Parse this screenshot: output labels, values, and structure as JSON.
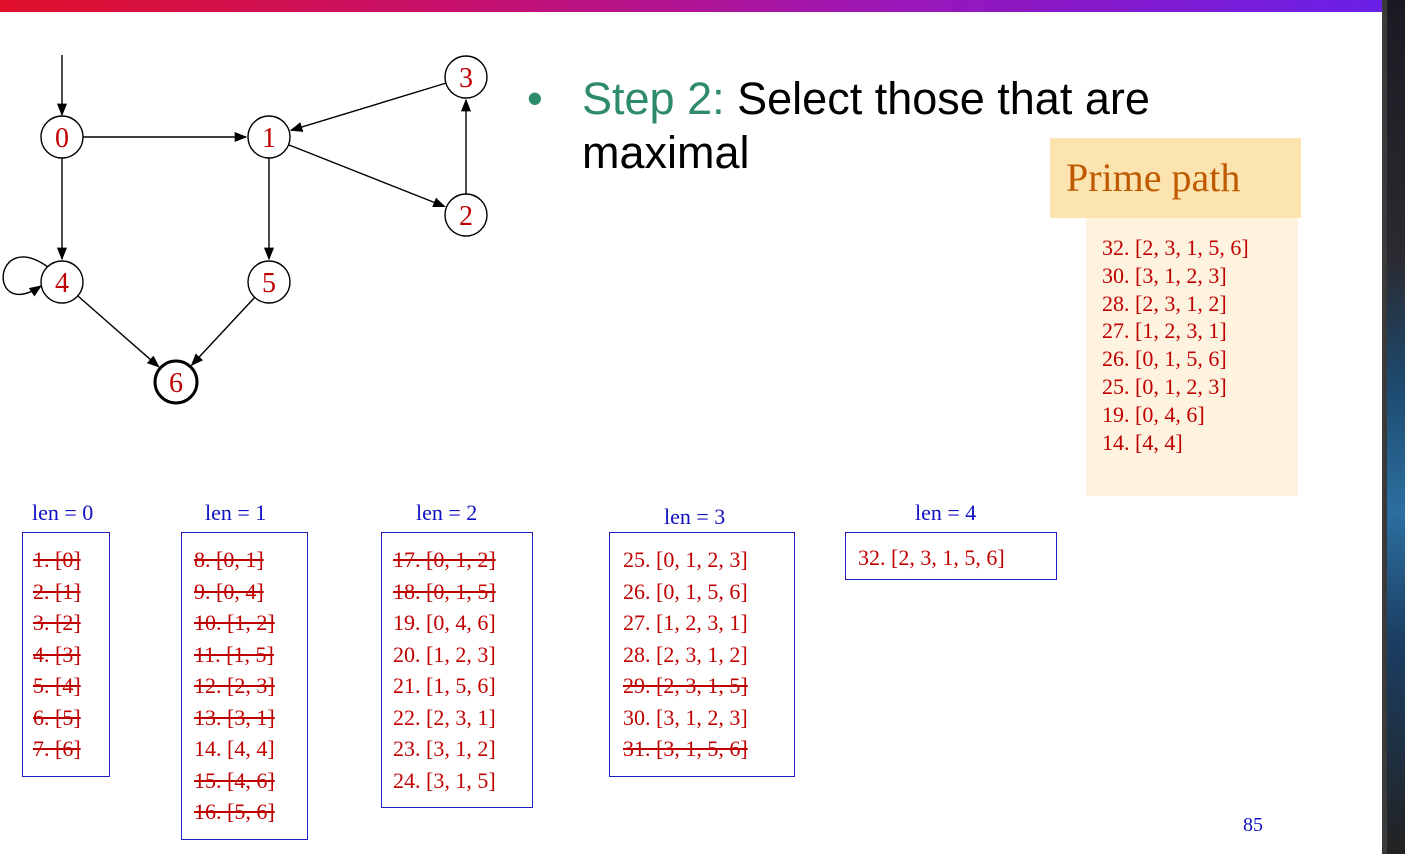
{
  "graph": {
    "nodes": [
      {
        "id": "n0",
        "label": "0"
      },
      {
        "id": "n1",
        "label": "1"
      },
      {
        "id": "n2",
        "label": "2"
      },
      {
        "id": "n3",
        "label": "3"
      },
      {
        "id": "n4",
        "label": "4"
      },
      {
        "id": "n5",
        "label": "5"
      },
      {
        "id": "n6",
        "label": "6",
        "final": true
      }
    ],
    "edges": [
      [
        "0",
        "1"
      ],
      [
        "0",
        "4"
      ],
      [
        "4",
        "4"
      ],
      [
        "4",
        "6"
      ],
      [
        "1",
        "5"
      ],
      [
        "1",
        "2"
      ],
      [
        "2",
        "3"
      ],
      [
        "3",
        "1"
      ],
      [
        "5",
        "6"
      ]
    ],
    "initial": "0"
  },
  "bullet": {
    "step": "Step 2:",
    "text": "Select those that are maximal"
  },
  "prime": {
    "header": "Prime path",
    "items": [
      "32. [2, 3, 1, 5, 6]",
      "30. [3, 1, 2, 3]",
      "28. [2, 3, 1, 2]",
      "27. [1, 2, 3, 1]",
      "26. [0, 1, 5, 6]",
      "25. [0, 1, 2, 3]",
      "19. [0, 4, 6]",
      "14. [4, 4]"
    ]
  },
  "columns": [
    {
      "label": "len = 0",
      "items": [
        {
          "text": "1. [0]",
          "struck": true
        },
        {
          "text": "2. [1]",
          "struck": true
        },
        {
          "text": "3. [2]",
          "struck": true
        },
        {
          "text": "4. [3]",
          "struck": true
        },
        {
          "text": "5. [4]",
          "struck": true
        },
        {
          "text": "6. [5]",
          "struck": true
        },
        {
          "text": "7. [6]",
          "struck": true
        }
      ]
    },
    {
      "label": "len = 1",
      "items": [
        {
          "text": "8. [0, 1]",
          "struck": true
        },
        {
          "text": "9. [0, 4]",
          "struck": true
        },
        {
          "text": "10. [1, 2]",
          "struck": true
        },
        {
          "text": "11. [1, 5]",
          "struck": true
        },
        {
          "text": "12. [2, 3]",
          "struck": true
        },
        {
          "text": "13. [3, 1]",
          "struck": true
        },
        {
          "text": "14. [4, 4]",
          "struck": false
        },
        {
          "text": "15. [4, 6]",
          "struck": true
        },
        {
          "text": "16. [5, 6]",
          "struck": true
        }
      ]
    },
    {
      "label": "len = 2",
      "items": [
        {
          "text": "17. [0, 1, 2]",
          "struck": true
        },
        {
          "text": "18. [0, 1, 5]",
          "struck": true
        },
        {
          "text": "19. [0, 4, 6]",
          "struck": false
        },
        {
          "text": "20. [1, 2, 3]",
          "struck": false
        },
        {
          "text": "21. [1, 5, 6]",
          "struck": false
        },
        {
          "text": "22. [2, 3, 1]",
          "struck": false
        },
        {
          "text": "23. [3, 1, 2]",
          "struck": false
        },
        {
          "text": "24. [3, 1, 5]",
          "struck": false
        }
      ]
    },
    {
      "label": "len = 3",
      "items": [
        {
          "text": "25. [0, 1, 2, 3]",
          "struck": false
        },
        {
          "text": "26. [0, 1, 5, 6]",
          "struck": false
        },
        {
          "text": "27. [1, 2, 3, 1]",
          "struck": false
        },
        {
          "text": "28. [2, 3, 1, 2]",
          "struck": false
        },
        {
          "text": "29. [2, 3, 1, 5]",
          "struck": true
        },
        {
          "text": "30. [3, 1, 2, 3]",
          "struck": false
        },
        {
          "text": "31. [3, 1, 5, 6]",
          "struck": true
        }
      ]
    },
    {
      "label": "len = 4",
      "items": [
        {
          "text": "32. [2, 3, 1, 5, 6]",
          "struck": false
        }
      ]
    }
  ],
  "page_number": "85",
  "colors": {
    "node": "#c00000",
    "step": "#2e8b6a",
    "box_border": "#2020c0",
    "prime_header_bg": "#fce4b0",
    "prime_header_text": "#c05a00"
  }
}
